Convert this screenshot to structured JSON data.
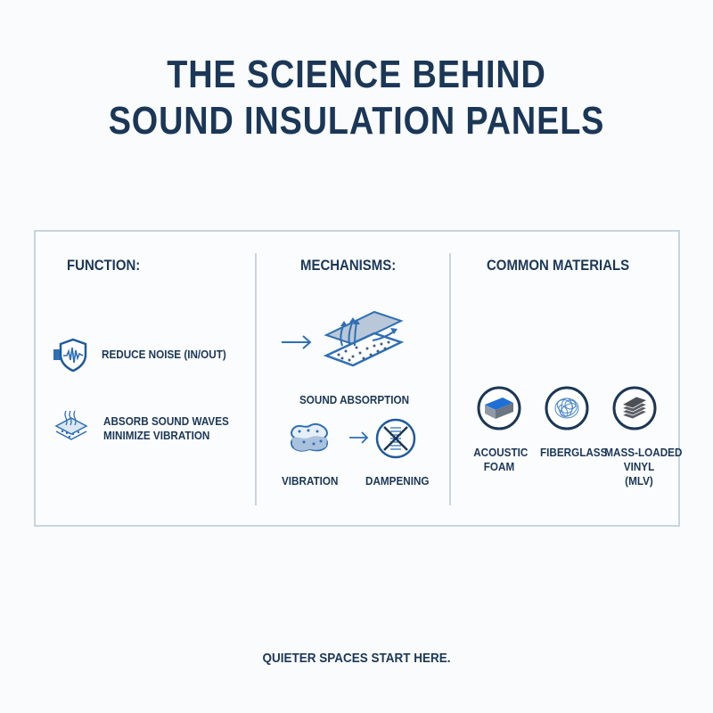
{
  "title": {
    "line1": "THE SCIENCE BEHIND",
    "line2": "SOUND INSULATION PANELS"
  },
  "columns": {
    "function": {
      "heading": "FUNCTION:",
      "items": [
        {
          "icon": "shield-soundwave-icon",
          "label": "REDUCE NOISE (IN/OUT)"
        },
        {
          "icon": "layered-panel-icon",
          "label_line1": "ABSORB SOUND WAVES",
          "label_line2": "MINIMIZE VIBRATION"
        }
      ]
    },
    "mechanisms": {
      "heading": "MECHANISMS:",
      "absorption": {
        "icon": "panel-absorption-icon",
        "arrow": "arrow-right-icon",
        "label": "SOUND ABSORPTION"
      },
      "vibration": {
        "icon": "sponge-icon",
        "label": "VIBRATION"
      },
      "dampening": {
        "icon": "no-vibration-icon",
        "label": "DAMPENING"
      },
      "arrow": "arrow-right-icon"
    },
    "materials": {
      "heading": "COMMON MATERIALS",
      "items": [
        {
          "icon": "foam-block-icon",
          "label_line1": "ACOUSTIC",
          "label_line2": "FOAM"
        },
        {
          "icon": "fiberglass-icon",
          "label_line1": "FIBERGLASS"
        },
        {
          "icon": "vinyl-sheets-icon",
          "label_line1": "MASS-LOADED",
          "label_line2": "VINYL",
          "label_line3": "(MLV)"
        }
      ]
    }
  },
  "footer": {
    "tagline": "QUIETER SPACES START HERE."
  },
  "colors": {
    "navy": "#1b3757",
    "accent_blue": "#2f6fb5",
    "border": "#c9d4de",
    "background": "#fafbfc"
  }
}
